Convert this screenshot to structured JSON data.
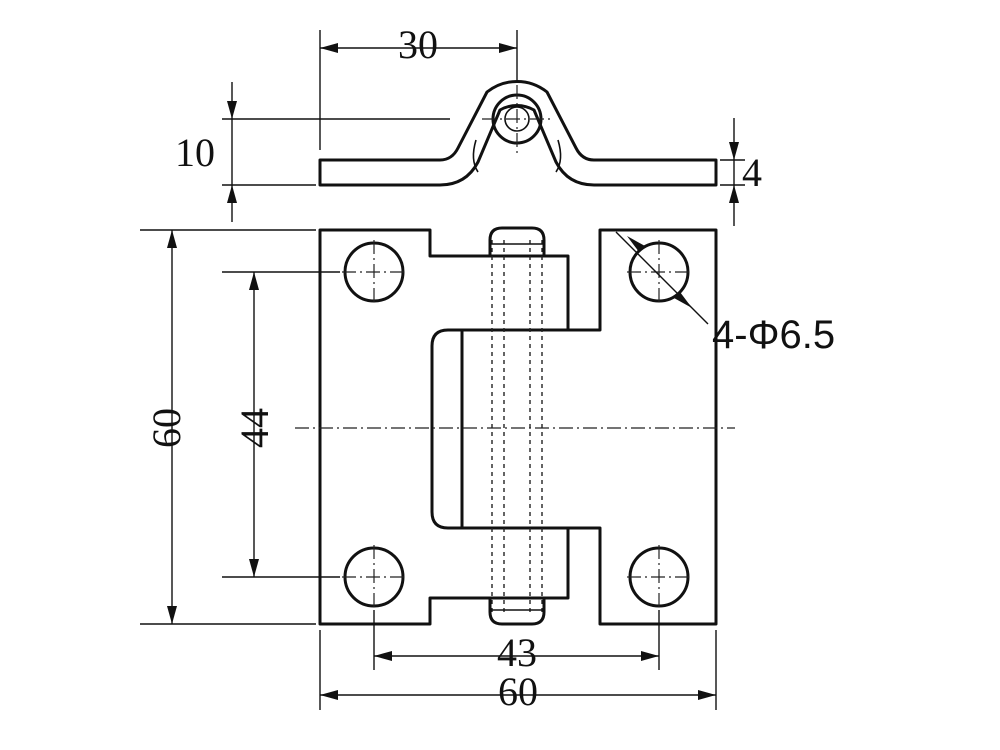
{
  "dimensions": {
    "top_width": "30",
    "top_height": "10",
    "thickness": "4",
    "total_height": "60",
    "hole_pitch_vertical": "44",
    "hole_pitch_horizontal": "43",
    "total_width": "60",
    "holes_callout": "4-Φ6.5"
  }
}
